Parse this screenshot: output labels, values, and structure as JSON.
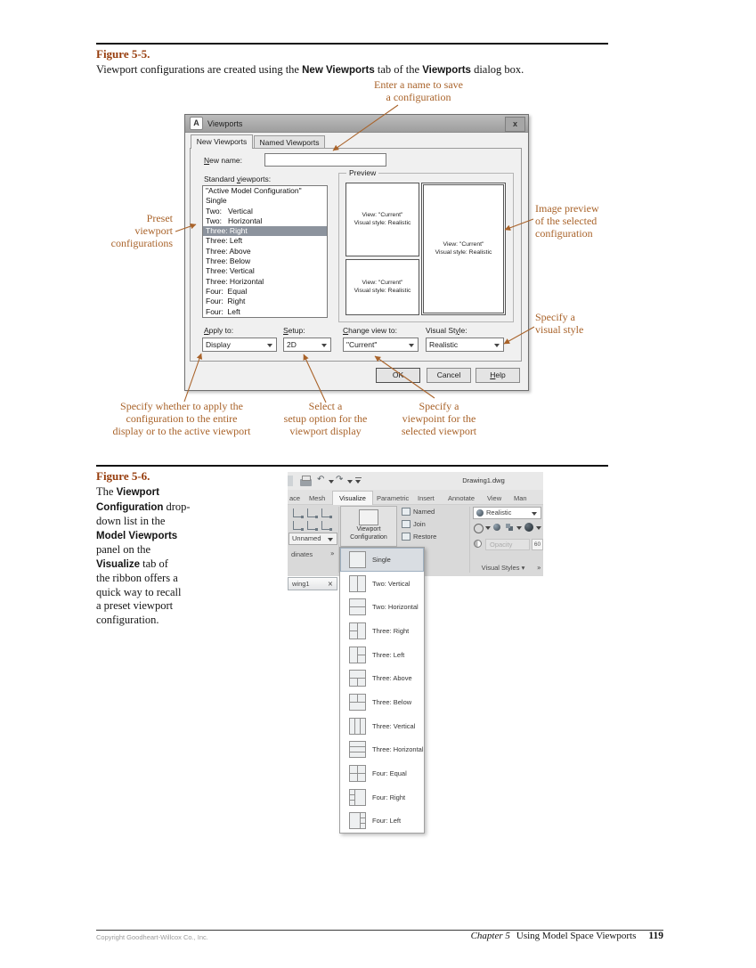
{
  "icons": {
    "undo": "↶",
    "redo": "↷",
    "dropdown": "▾",
    "close": "×",
    "expand": "»"
  },
  "figure5": {
    "label": "Figure 5-5.",
    "caption": [
      "Viewport configurations are created using the ",
      "New Viewports",
      " tab of the ",
      "Viewports",
      " dialog box."
    ],
    "ann": {
      "enter_name": "Enter a name to save\na configuration",
      "preset": "Preset\nviewport\nconfigurations",
      "image_preview": "Image preview\nof the selected\nconfiguration",
      "visual_style": "Specify a\nvisual style",
      "apply": "Specify whether to apply the\nconfiguration to the entire\ndisplay or to the active viewport",
      "setup": "Select a\nsetup option for the\nviewport display",
      "viewpoint": "Specify a\nviewpoint for the\nselected viewport"
    },
    "dialog": {
      "app_initial": "A",
      "title": "Viewports",
      "close": "x",
      "tab_new": "New Viewports",
      "tab_named": "Named Viewports",
      "new_name_label": [
        "",
        "N",
        "ew name:"
      ],
      "standard_label": [
        "Standard ",
        "v",
        "iewports:"
      ],
      "list": [
        "\"Active Model Configuration\"",
        "Single",
        "Two:   Vertical",
        "Two:   Horizontal",
        "Three: Right",
        "Three: Left",
        "Three: Above",
        "Three: Below",
        "Three: Vertical",
        "Three: Horizontal",
        "Four:  Equal",
        "Four:  Right",
        "Four:  Left"
      ],
      "preview_label": "Preview",
      "viewport_text": "View: \"Current\"\nVisual style: Realistic",
      "apply_label": [
        "",
        "A",
        "pply to:"
      ],
      "apply_value": "Display",
      "setup_label": [
        "",
        "S",
        "etup:"
      ],
      "setup_value": "2D",
      "change_label": [
        "",
        "C",
        "hange view to:"
      ],
      "change_value": "\"Current\"",
      "style_label": [
        "Visual St",
        "y",
        "le:"
      ],
      "style_value": "Realistic",
      "ok": "OK",
      "cancel": "Cancel",
      "help": [
        "",
        "H",
        "elp"
      ]
    }
  },
  "figure6": {
    "label": "Figure 5-6.",
    "caption": [
      "The ",
      "Viewport\nConfiguration",
      " drop-\ndown list in the\n",
      "Model Viewports",
      "\npanel on the\n",
      "Visualize",
      " tab of\nthe ribbon offers a\nquick way to recall\na preset viewport\nconfiguration."
    ],
    "ribbon": {
      "filename": "Drawing1.dwg",
      "tabs": [
        "ace",
        "Mesh",
        "Visualize",
        "Parametric",
        "Insert",
        "Annotate",
        "View",
        "Man"
      ],
      "unnamed_value": "Unnamed",
      "viewport_config_label": "Viewport\nConfiguration",
      "named_label": "Named",
      "join_label": "Join",
      "restore_label": "Restore",
      "visual_style_value": "Realistic",
      "opacity_label": "Opacity",
      "opacity_value": "60",
      "visual_styles_panel": "Visual Styles",
      "coordinates_panel": "dinates",
      "file_tab": "wing1",
      "menu_items": [
        "Single",
        "Two: Vertical",
        "Two: Horizontal",
        "Three: Right",
        "Three: Left",
        "Three: Above",
        "Three: Below",
        "Three: Vertical",
        "Three: Horizontal",
        "Four: Equal",
        "Four: Right",
        "Four: Left"
      ]
    }
  },
  "footer": {
    "copyright": "Copyright Goodheart-Willcox Co., Inc.",
    "chapter": "Chapter 5",
    "chapter_title": "Using Model Space Viewports",
    "page_number": "119"
  }
}
